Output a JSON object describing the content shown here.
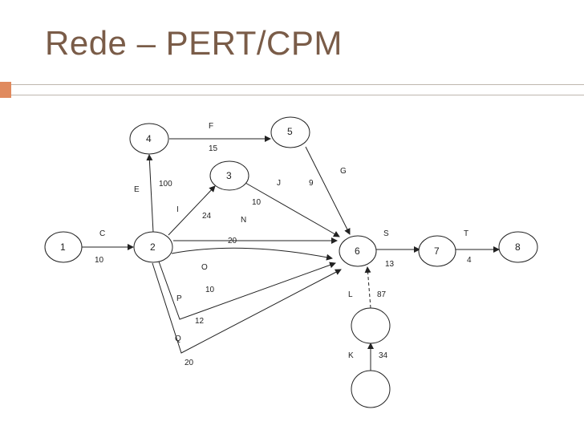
{
  "title": "Rede – PERT/CPM",
  "nodes": [
    {
      "id": "n1",
      "label": "1"
    },
    {
      "id": "n2",
      "label": "2"
    },
    {
      "id": "n3",
      "label": "3"
    },
    {
      "id": "n4",
      "label": "4"
    },
    {
      "id": "n5",
      "label": "5"
    },
    {
      "id": "n6",
      "label": "6"
    },
    {
      "id": "n7",
      "label": "7"
    },
    {
      "id": "n8",
      "label": "8"
    },
    {
      "id": "nL",
      "label": ""
    },
    {
      "id": "nK",
      "label": ""
    }
  ],
  "activities": {
    "C": {
      "name": "C",
      "duration": "10"
    },
    "E": {
      "name": "E",
      "duration": "100"
    },
    "F": {
      "name": "F",
      "duration": "15"
    },
    "I": {
      "name": "I",
      "duration": "24"
    },
    "J": {
      "name": "J",
      "duration": "9"
    },
    "G": {
      "name": "G",
      "duration": ""
    },
    "N": {
      "name": "N",
      "duration": "10"
    },
    "N2": {
      "name": "",
      "duration": "20"
    },
    "O": {
      "name": "O",
      "duration": "10"
    },
    "P": {
      "name": "P",
      "duration": "12"
    },
    "Q": {
      "name": "Q",
      "duration": "20"
    },
    "S": {
      "name": "S",
      "duration": "13"
    },
    "T": {
      "name": "T",
      "duration": "4"
    },
    "L": {
      "name": "L",
      "duration": "87"
    },
    "K": {
      "name": "K",
      "duration": "34"
    }
  },
  "colors": {
    "title": "#7a5c48",
    "accent": "#e08a5e",
    "rule": "#bfb7ae",
    "edge": "#222222"
  }
}
